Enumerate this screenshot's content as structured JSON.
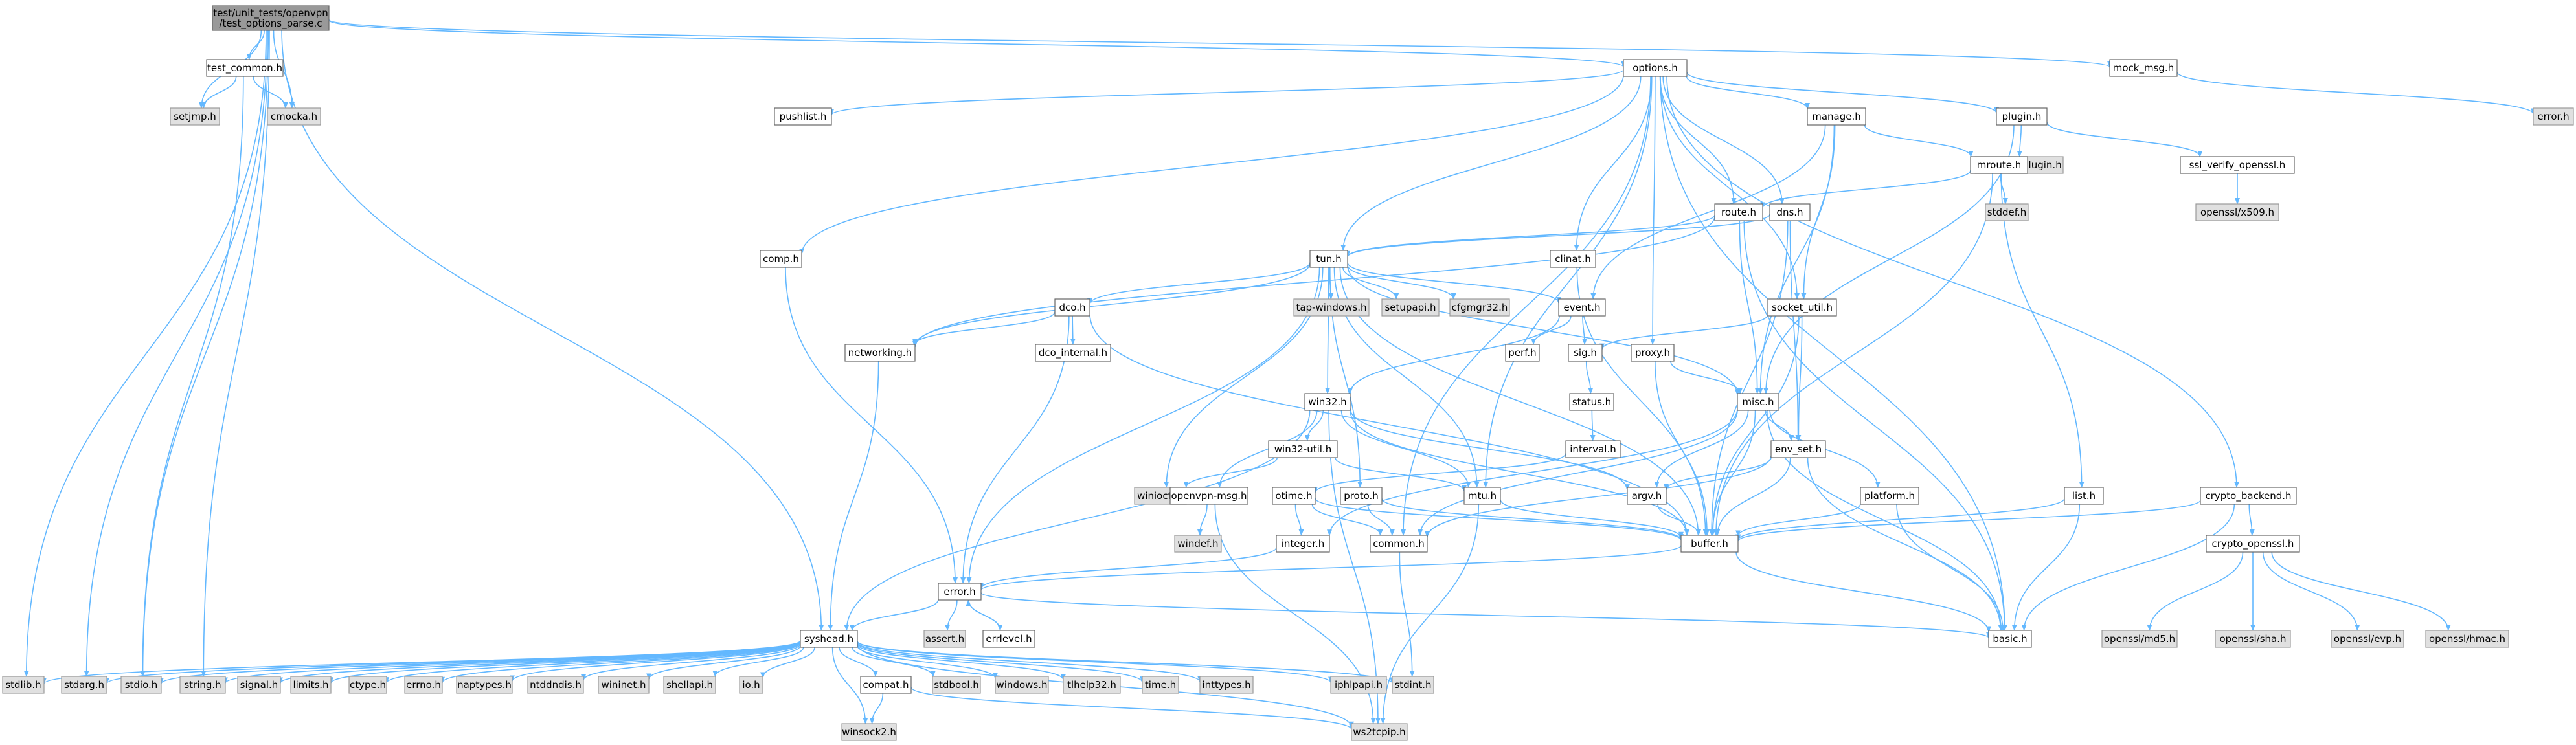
{
  "colors": {
    "edge": "#63b8ff",
    "root_fill": "#999999",
    "system_fill": "#e0e0e0",
    "normal_fill": "#ffffff"
  },
  "nodes": [
    {
      "id": "root",
      "lines": [
        "test/unit_tests/openvpn",
        "/test_options_parse.c"
      ],
      "kind": "root"
    },
    {
      "id": "test_common",
      "lines": [
        "test_common.h"
      ],
      "kind": "normal"
    },
    {
      "id": "setjmp",
      "lines": [
        "setjmp.h"
      ],
      "kind": "system"
    },
    {
      "id": "cmocka",
      "lines": [
        "cmocka.h"
      ],
      "kind": "system"
    },
    {
      "id": "options",
      "lines": [
        "options.h"
      ],
      "kind": "normal"
    },
    {
      "id": "mock_msg",
      "lines": [
        "mock_msg.h"
      ],
      "kind": "normal"
    },
    {
      "id": "error_top",
      "lines": [
        "error.h"
      ],
      "kind": "system"
    },
    {
      "id": "pushlist",
      "lines": [
        "pushlist.h"
      ],
      "kind": "normal"
    },
    {
      "id": "manage",
      "lines": [
        "manage.h"
      ],
      "kind": "normal"
    },
    {
      "id": "plugin",
      "lines": [
        "plugin.h"
      ],
      "kind": "normal"
    },
    {
      "id": "openvpn_plugin",
      "lines": [
        "openvpn-plugin.h"
      ],
      "kind": "system"
    },
    {
      "id": "ssl_verify",
      "lines": [
        "ssl_verify_openssl.h"
      ],
      "kind": "normal"
    },
    {
      "id": "x509",
      "lines": [
        "openssl/x509.h"
      ],
      "kind": "system"
    },
    {
      "id": "mroute",
      "lines": [
        "mroute.h"
      ],
      "kind": "normal"
    },
    {
      "id": "stddef",
      "lines": [
        "stddef.h"
      ],
      "kind": "system"
    },
    {
      "id": "route",
      "lines": [
        "route.h"
      ],
      "kind": "normal"
    },
    {
      "id": "dns",
      "lines": [
        "dns.h"
      ],
      "kind": "normal"
    },
    {
      "id": "comp",
      "lines": [
        "comp.h"
      ],
      "kind": "normal"
    },
    {
      "id": "clinat",
      "lines": [
        "clinat.h"
      ],
      "kind": "normal"
    },
    {
      "id": "tun",
      "lines": [
        "tun.h"
      ],
      "kind": "normal"
    },
    {
      "id": "tap_windows",
      "lines": [
        "tap-windows.h"
      ],
      "kind": "system"
    },
    {
      "id": "setupapi",
      "lines": [
        "setupapi.h"
      ],
      "kind": "system"
    },
    {
      "id": "cfgmgr32",
      "lines": [
        "cfgmgr32.h"
      ],
      "kind": "system"
    },
    {
      "id": "event",
      "lines": [
        "event.h"
      ],
      "kind": "normal"
    },
    {
      "id": "socket_util",
      "lines": [
        "socket_util.h"
      ],
      "kind": "normal"
    },
    {
      "id": "dco",
      "lines": [
        "dco.h"
      ],
      "kind": "normal"
    },
    {
      "id": "networking",
      "lines": [
        "networking.h"
      ],
      "kind": "normal"
    },
    {
      "id": "dco_internal",
      "lines": [
        "dco_internal.h"
      ],
      "kind": "normal"
    },
    {
      "id": "perf",
      "lines": [
        "perf.h"
      ],
      "kind": "normal"
    },
    {
      "id": "sig",
      "lines": [
        "sig.h"
      ],
      "kind": "normal"
    },
    {
      "id": "proxy",
      "lines": [
        "proxy.h"
      ],
      "kind": "normal"
    },
    {
      "id": "win32",
      "lines": [
        "win32.h"
      ],
      "kind": "normal"
    },
    {
      "id": "status",
      "lines": [
        "status.h"
      ],
      "kind": "normal"
    },
    {
      "id": "misc",
      "lines": [
        "misc.h"
      ],
      "kind": "normal"
    },
    {
      "id": "win32_util",
      "lines": [
        "win32-util.h"
      ],
      "kind": "normal"
    },
    {
      "id": "interval",
      "lines": [
        "interval.h"
      ],
      "kind": "normal"
    },
    {
      "id": "env_set",
      "lines": [
        "env_set.h"
      ],
      "kind": "normal"
    },
    {
      "id": "winioctl",
      "lines": [
        "winioctl.h"
      ],
      "kind": "system"
    },
    {
      "id": "openvpn_msg",
      "lines": [
        "openvpn-msg.h"
      ],
      "kind": "normal"
    },
    {
      "id": "otime",
      "lines": [
        "otime.h"
      ],
      "kind": "normal"
    },
    {
      "id": "proto",
      "lines": [
        "proto.h"
      ],
      "kind": "normal"
    },
    {
      "id": "mtu",
      "lines": [
        "mtu.h"
      ],
      "kind": "normal"
    },
    {
      "id": "argv",
      "lines": [
        "argv.h"
      ],
      "kind": "normal"
    },
    {
      "id": "platform",
      "lines": [
        "platform.h"
      ],
      "kind": "normal"
    },
    {
      "id": "list",
      "lines": [
        "list.h"
      ],
      "kind": "normal"
    },
    {
      "id": "crypto_backend",
      "lines": [
        "crypto_backend.h"
      ],
      "kind": "normal"
    },
    {
      "id": "windef",
      "lines": [
        "windef.h"
      ],
      "kind": "system"
    },
    {
      "id": "integer",
      "lines": [
        "integer.h"
      ],
      "kind": "normal"
    },
    {
      "id": "common",
      "lines": [
        "common.h"
      ],
      "kind": "normal"
    },
    {
      "id": "buffer",
      "lines": [
        "buffer.h"
      ],
      "kind": "normal"
    },
    {
      "id": "crypto_openssl",
      "lines": [
        "crypto_openssl.h"
      ],
      "kind": "normal"
    },
    {
      "id": "error",
      "lines": [
        "error.h"
      ],
      "kind": "normal"
    },
    {
      "id": "assert",
      "lines": [
        "assert.h"
      ],
      "kind": "system"
    },
    {
      "id": "errlevel",
      "lines": [
        "errlevel.h"
      ],
      "kind": "normal"
    },
    {
      "id": "md5",
      "lines": [
        "openssl/md5.h"
      ],
      "kind": "system"
    },
    {
      "id": "sha",
      "lines": [
        "openssl/sha.h"
      ],
      "kind": "system"
    },
    {
      "id": "evp",
      "lines": [
        "openssl/evp.h"
      ],
      "kind": "system"
    },
    {
      "id": "hmac",
      "lines": [
        "openssl/hmac.h"
      ],
      "kind": "system"
    },
    {
      "id": "syshead",
      "lines": [
        "syshead.h"
      ],
      "kind": "normal"
    },
    {
      "id": "basic",
      "lines": [
        "basic.h"
      ],
      "kind": "normal"
    },
    {
      "id": "stdlib",
      "lines": [
        "stdlib.h"
      ],
      "kind": "system"
    },
    {
      "id": "stdarg",
      "lines": [
        "stdarg.h"
      ],
      "kind": "system"
    },
    {
      "id": "stdio",
      "lines": [
        "stdio.h"
      ],
      "kind": "system"
    },
    {
      "id": "string",
      "lines": [
        "string.h"
      ],
      "kind": "system"
    },
    {
      "id": "signal",
      "lines": [
        "signal.h"
      ],
      "kind": "system"
    },
    {
      "id": "limits",
      "lines": [
        "limits.h"
      ],
      "kind": "system"
    },
    {
      "id": "ctype",
      "lines": [
        "ctype.h"
      ],
      "kind": "system"
    },
    {
      "id": "errno",
      "lines": [
        "errno.h"
      ],
      "kind": "system"
    },
    {
      "id": "naptypes",
      "lines": [
        "naptypes.h"
      ],
      "kind": "system"
    },
    {
      "id": "ntddndis",
      "lines": [
        "ntddndis.h"
      ],
      "kind": "system"
    },
    {
      "id": "wininet",
      "lines": [
        "wininet.h"
      ],
      "kind": "system"
    },
    {
      "id": "shellapi",
      "lines": [
        "shellapi.h"
      ],
      "kind": "system"
    },
    {
      "id": "io",
      "lines": [
        "io.h"
      ],
      "kind": "system"
    },
    {
      "id": "compat",
      "lines": [
        "compat.h"
      ],
      "kind": "normal"
    },
    {
      "id": "stdbool",
      "lines": [
        "stdbool.h"
      ],
      "kind": "system"
    },
    {
      "id": "windows",
      "lines": [
        "windows.h"
      ],
      "kind": "system"
    },
    {
      "id": "tlhelp32",
      "lines": [
        "tlhelp32.h"
      ],
      "kind": "system"
    },
    {
      "id": "time",
      "lines": [
        "time.h"
      ],
      "kind": "system"
    },
    {
      "id": "inttypes",
      "lines": [
        "inttypes.h"
      ],
      "kind": "system"
    },
    {
      "id": "iphlpapi",
      "lines": [
        "iphlpapi.h"
      ],
      "kind": "system"
    },
    {
      "id": "stdint",
      "lines": [
        "stdint.h"
      ],
      "kind": "system"
    },
    {
      "id": "winsock2",
      "lines": [
        "winsock2.h"
      ],
      "kind": "system"
    },
    {
      "id": "ws2tcpip",
      "lines": [
        "ws2tcpip.h"
      ],
      "kind": "system"
    }
  ],
  "edges": [
    [
      "root",
      "test_common"
    ],
    [
      "root",
      "setjmp"
    ],
    [
      "root",
      "cmocka"
    ],
    [
      "root",
      "options"
    ],
    [
      "root",
      "mock_msg"
    ],
    [
      "root",
      "stdlib"
    ],
    [
      "root",
      "stdarg"
    ],
    [
      "root",
      "stdio"
    ],
    [
      "root",
      "string"
    ],
    [
      "root",
      "syshead"
    ],
    [
      "test_common",
      "setjmp"
    ],
    [
      "test_common",
      "cmocka"
    ],
    [
      "test_common",
      "stdio"
    ],
    [
      "mock_msg",
      "error_top"
    ],
    [
      "options",
      "pushlist"
    ],
    [
      "options",
      "manage"
    ],
    [
      "options",
      "plugin"
    ],
    [
      "options",
      "crypto_backend"
    ],
    [
      "options",
      "comp"
    ],
    [
      "options",
      "clinat"
    ],
    [
      "options",
      "tun"
    ],
    [
      "options",
      "route"
    ],
    [
      "options",
      "dns"
    ],
    [
      "options",
      "socket_util"
    ],
    [
      "options",
      "proxy"
    ],
    [
      "options",
      "common"
    ],
    [
      "options",
      "mtu"
    ],
    [
      "options",
      "basic"
    ],
    [
      "plugin",
      "openvpn_plugin"
    ],
    [
      "plugin",
      "ssl_verify"
    ],
    [
      "plugin",
      "misc"
    ],
    [
      "ssl_verify",
      "x509"
    ],
    [
      "manage",
      "mroute"
    ],
    [
      "manage",
      "event"
    ],
    [
      "manage",
      "socket_util"
    ],
    [
      "manage",
      "misc"
    ],
    [
      "mroute",
      "stddef"
    ],
    [
      "mroute",
      "route"
    ],
    [
      "mroute",
      "list"
    ],
    [
      "mroute",
      "buffer"
    ],
    [
      "route",
      "tun"
    ],
    [
      "route",
      "misc"
    ],
    [
      "route",
      "networking"
    ],
    [
      "route",
      "basic"
    ],
    [
      "dns",
      "env_set"
    ],
    [
      "dns",
      "buffer"
    ],
    [
      "dns",
      "tun"
    ],
    [
      "comp",
      "error"
    ],
    [
      "clinat",
      "buffer"
    ],
    [
      "tun",
      "tap_windows"
    ],
    [
      "tun",
      "setupapi"
    ],
    [
      "tun",
      "cfgmgr32"
    ],
    [
      "tun",
      "event"
    ],
    [
      "tun",
      "dco"
    ],
    [
      "tun",
      "networking"
    ],
    [
      "tun",
      "win32"
    ],
    [
      "tun",
      "misc"
    ],
    [
      "tun",
      "winioctl"
    ],
    [
      "tun",
      "mtu"
    ],
    [
      "tun",
      "proto"
    ],
    [
      "tun",
      "error"
    ],
    [
      "tun",
      "buffer"
    ],
    [
      "event",
      "perf"
    ],
    [
      "event",
      "sig"
    ],
    [
      "event",
      "win32"
    ],
    [
      "sig",
      "status"
    ],
    [
      "status",
      "interval"
    ],
    [
      "interval",
      "otime"
    ],
    [
      "socket_util",
      "sig"
    ],
    [
      "socket_util",
      "env_set"
    ],
    [
      "socket_util",
      "buffer"
    ],
    [
      "dco",
      "networking"
    ],
    [
      "dco",
      "dco_internal"
    ],
    [
      "dco",
      "error"
    ],
    [
      "dco",
      "buffer"
    ],
    [
      "networking",
      "syshead"
    ],
    [
      "proxy",
      "misc"
    ],
    [
      "proxy",
      "buffer"
    ],
    [
      "win32",
      "win32_util"
    ],
    [
      "win32",
      "openvpn_msg"
    ],
    [
      "win32",
      "mtu"
    ],
    [
      "win32",
      "argv"
    ],
    [
      "win32",
      "syshead"
    ],
    [
      "win32",
      "ws2tcpip"
    ],
    [
      "win32",
      "buffer"
    ],
    [
      "win32_util",
      "mtu"
    ],
    [
      "win32_util",
      "winioctl"
    ],
    [
      "misc",
      "env_set"
    ],
    [
      "misc",
      "argv"
    ],
    [
      "misc",
      "platform"
    ],
    [
      "misc",
      "integer"
    ],
    [
      "misc",
      "common"
    ],
    [
      "misc",
      "buffer"
    ],
    [
      "misc",
      "basic"
    ],
    [
      "env_set",
      "argv"
    ],
    [
      "env_set",
      "buffer"
    ],
    [
      "env_set",
      "common"
    ],
    [
      "env_set",
      "basic"
    ],
    [
      "openvpn_msg",
      "windef"
    ],
    [
      "openvpn_msg",
      "ws2tcpip"
    ],
    [
      "otime",
      "integer"
    ],
    [
      "otime",
      "common"
    ],
    [
      "otime",
      "buffer"
    ],
    [
      "proto",
      "common"
    ],
    [
      "proto",
      "buffer"
    ],
    [
      "mtu",
      "buffer"
    ],
    [
      "mtu",
      "ws2tcpip"
    ],
    [
      "argv",
      "buffer"
    ],
    [
      "platform",
      "buffer"
    ],
    [
      "platform",
      "basic"
    ],
    [
      "list",
      "buffer"
    ],
    [
      "list",
      "basic"
    ],
    [
      "crypto_backend",
      "crypto_openssl"
    ],
    [
      "crypto_backend",
      "buffer"
    ],
    [
      "crypto_backend",
      "basic"
    ],
    [
      "crypto_openssl",
      "md5"
    ],
    [
      "crypto_openssl",
      "sha"
    ],
    [
      "crypto_openssl",
      "evp"
    ],
    [
      "crypto_openssl",
      "hmac"
    ],
    [
      "integer",
      "error"
    ],
    [
      "common",
      "stdint"
    ],
    [
      "buffer",
      "error"
    ],
    [
      "buffer",
      "basic"
    ],
    [
      "error",
      "assert"
    ],
    [
      "error",
      "errlevel"
    ],
    [
      "error",
      "syshead"
    ],
    [
      "error",
      "basic"
    ],
    [
      "errlevel",
      "error"
    ],
    [
      "syshead",
      "stdlib"
    ],
    [
      "syshead",
      "stdarg"
    ],
    [
      "syshead",
      "stdio"
    ],
    [
      "syshead",
      "string"
    ],
    [
      "syshead",
      "signal"
    ],
    [
      "syshead",
      "limits"
    ],
    [
      "syshead",
      "ctype"
    ],
    [
      "syshead",
      "errno"
    ],
    [
      "syshead",
      "naptypes"
    ],
    [
      "syshead",
      "ntddndis"
    ],
    [
      "syshead",
      "wininet"
    ],
    [
      "syshead",
      "shellapi"
    ],
    [
      "syshead",
      "io"
    ],
    [
      "syshead",
      "compat"
    ],
    [
      "syshead",
      "stdbool"
    ],
    [
      "syshead",
      "windows"
    ],
    [
      "syshead",
      "tlhelp32"
    ],
    [
      "syshead",
      "time"
    ],
    [
      "syshead",
      "inttypes"
    ],
    [
      "syshead",
      "iphlpapi"
    ],
    [
      "syshead",
      "stdint"
    ],
    [
      "syshead",
      "winsock2"
    ],
    [
      "syshead",
      "ws2tcpip"
    ],
    [
      "compat",
      "winsock2"
    ],
    [
      "compat",
      "ws2tcpip"
    ]
  ]
}
